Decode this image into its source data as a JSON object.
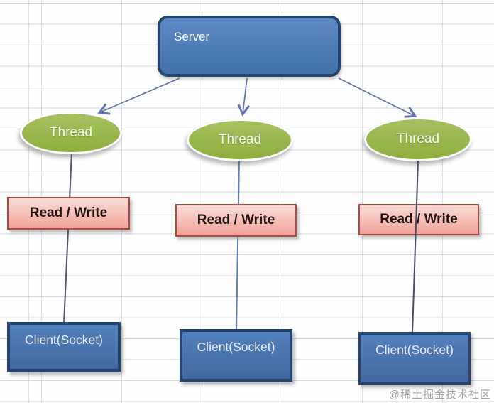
{
  "diagram": {
    "server": {
      "label": "Server"
    },
    "threads": [
      {
        "label": "Thread"
      },
      {
        "label": "Thread"
      },
      {
        "label": "Thread"
      }
    ],
    "read_write": [
      {
        "label": "Read / Write"
      },
      {
        "label": "Read / Write"
      },
      {
        "label": "Read / Write"
      }
    ],
    "clients": [
      {
        "label": "Client(Socket)"
      },
      {
        "label": "Client(Socket)"
      },
      {
        "label": "Client(Socket)"
      }
    ],
    "colors": {
      "server_fill": "#4d7dbd",
      "server_border": "#24456f",
      "thread_fill": "#9ab74e",
      "read_write_fill": "#f6b3ab",
      "read_write_border": "#a84c44",
      "client_fill": "#4a7ab5",
      "arrow": "#6674b0",
      "connector_dark": "#4e5668",
      "connector_blue": "#5b7eb5",
      "grid_line": "#d6d6d6"
    }
  },
  "watermark": {
    "text": "@稀土掘金技术社区"
  }
}
